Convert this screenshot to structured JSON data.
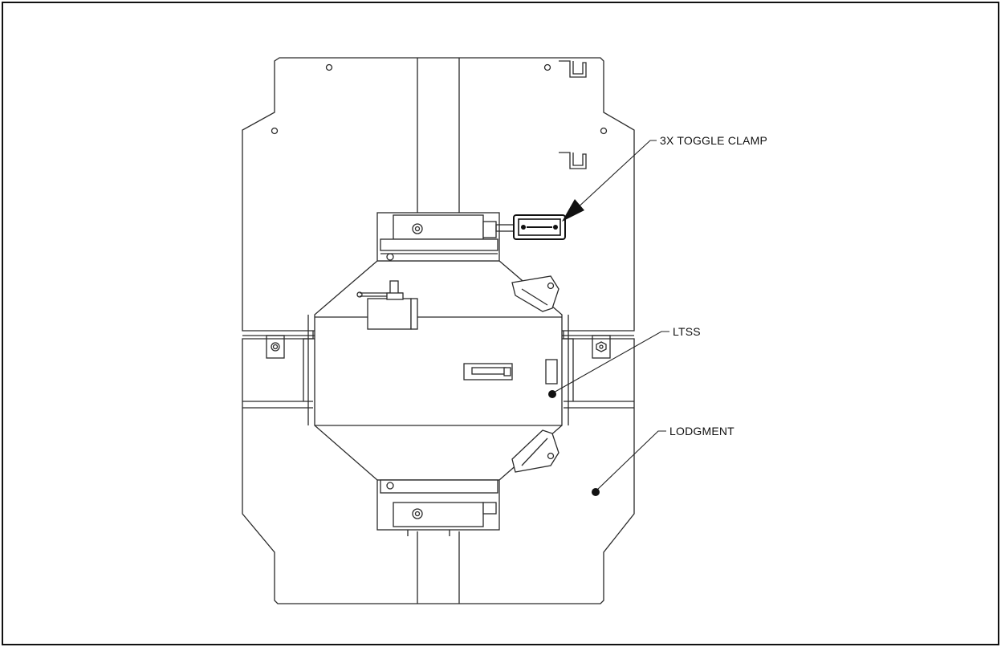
{
  "diagram": {
    "callouts": {
      "toggle_clamp": "3X TOGGLE CLAMP",
      "ltss": "LTSS",
      "lodgment": "LODGMENT"
    },
    "colors": {
      "line": "#2a2a2a",
      "border": "#111111",
      "background": "#ffffff"
    }
  }
}
